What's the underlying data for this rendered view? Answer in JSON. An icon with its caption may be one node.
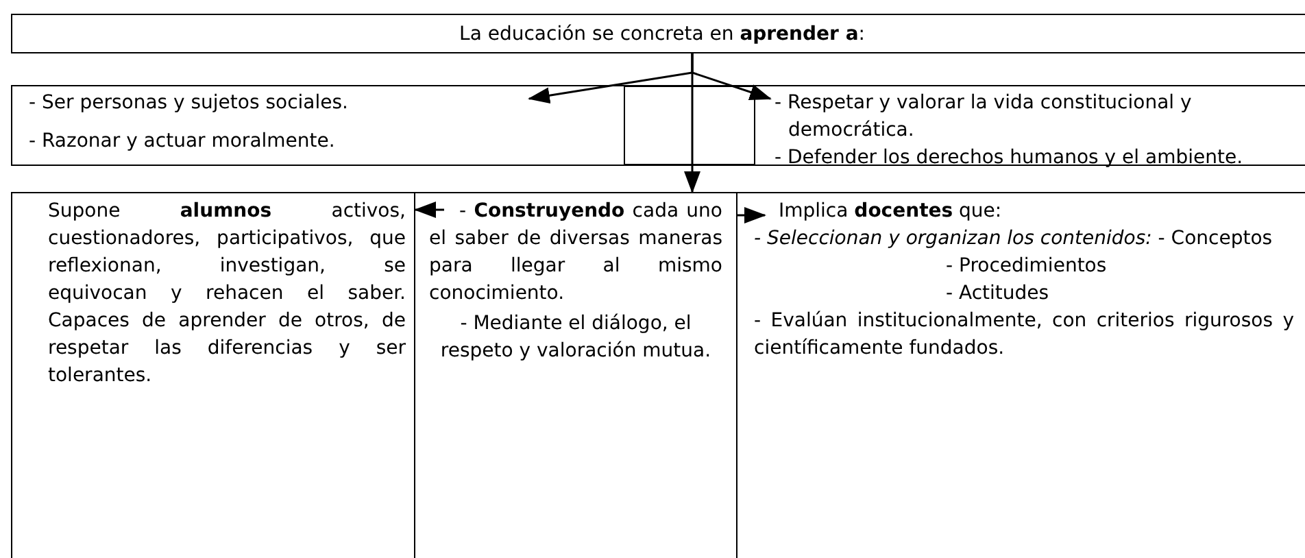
{
  "diagram": {
    "nodes": [
      {
        "text": [
          "La educación se concreta en **aprender a**:"
        ]
      },
      {
        "text": [
          "- Ser personas y sujetos sociales.",
          "- Razonar y actuar moralmente."
        ]
      },
      {
        "text": [
          "- Respetar y valorar la vida constitucional y democrática.",
          "- Defender los derechos humanos y el ambiente."
        ]
      },
      {
        "text": [
          "Supone **alumnos** activos, cuestionadores, participativos, que reflexionan, investigan, se equivocan y rehacen el saber. Capaces de aprender de otros, de respetar las diferencias y ser tolerantes."
        ]
      },
      {
        "text": [
          "- **Construyendo** cada uno el saber de diversas maneras para llegar al mismo conocimiento.",
          "- Mediante el diálogo, el respeto y valoración mutua."
        ]
      },
      {
        "text": [
          "Implica **docentes** que:",
          "*- Seleccionan y organizan los contenidos:* - Conceptos",
          "- Procedimientos",
          "- Actitudes",
          "- Evalúan institucionalmente, con criterios rigurosos y científicamente fundados."
        ]
      }
    ],
    "edges": [
      {
        "from": 0,
        "to": 1,
        "arrow": "to"
      },
      {
        "from": 0,
        "to": 2,
        "arrow": "to"
      },
      {
        "from": 0,
        "to": 4,
        "arrow": "to"
      },
      {
        "from": 4,
        "to": 3,
        "arrow": "to"
      },
      {
        "from": 4,
        "to": 5,
        "arrow": "to"
      }
    ]
  }
}
